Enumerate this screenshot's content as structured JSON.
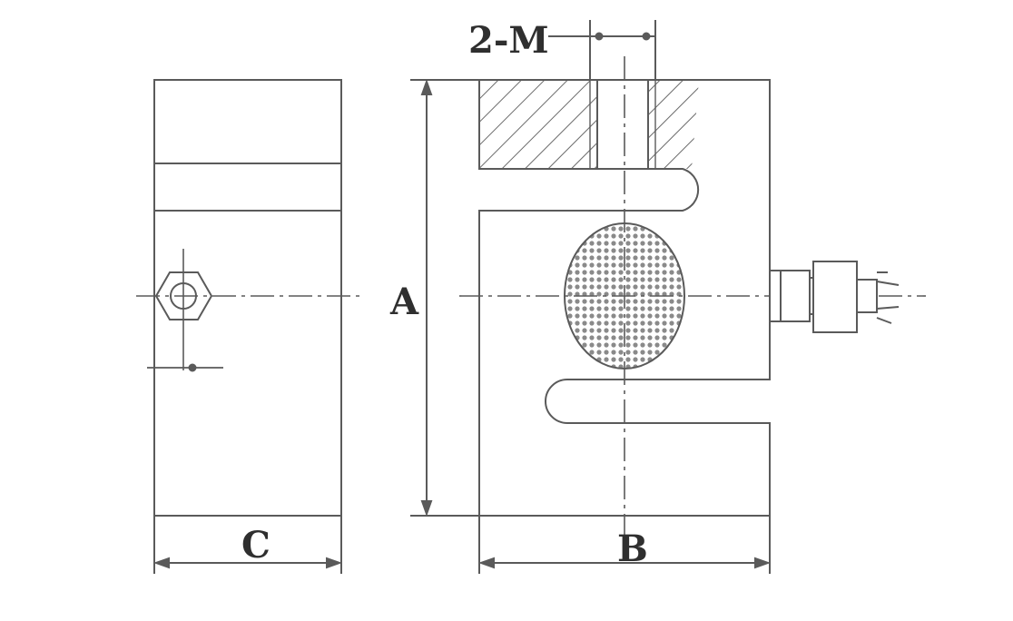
{
  "labels": {
    "thread": "2-M",
    "height": "A",
    "width": "B",
    "depth": "C"
  },
  "colors": {
    "line": "#5a5a5a",
    "text": "#2f2f2f",
    "hatch": "#6a6a6a"
  }
}
